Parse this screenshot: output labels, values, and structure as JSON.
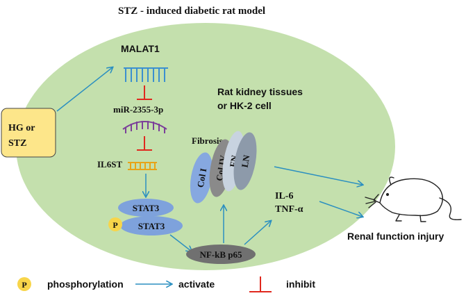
{
  "title": "STZ - induced diabetic rat model",
  "stimulus": {
    "line1": "HG or",
    "line2": "STZ"
  },
  "context": {
    "line1": "Rat kidney tissues",
    "line2": "or HK-2 cell"
  },
  "nodes": {
    "malat1": "MALAT1",
    "mirna": "miR-2355-3p",
    "il6st": "IL6ST",
    "stat3_upper": "STAT3",
    "stat3_lower": "STAT3",
    "phospho_marker": "P",
    "nfkb": "NF-kB p65",
    "fibrosis": "Fibrosis",
    "col1": "Col I",
    "col4": "Col IV",
    "fn": "FN",
    "ln": "LN",
    "il6": "IL-6",
    "tnfa": "TNF-α",
    "outcome": "Renal function injury"
  },
  "legend": {
    "phospho_symbol": "P",
    "phospho_label": "phosphorylation",
    "activate_label": "activate",
    "inhibit_label": "inhibit"
  },
  "colors": {
    "cell": "#c4e0ad",
    "stimulus_box": "#fde68a",
    "arrow": "#2b8fc0",
    "inhibit": "#e0281e",
    "malat1_strand": "#3a8fd0",
    "mirna_strand": "#7b3f99",
    "il6st_strand": "#e8a317",
    "stat3": "#7ea2dc",
    "phospho": "#f8d54a",
    "nfkb": "#707070",
    "col1": "#86a8e0",
    "col4": "#8a8a8a",
    "fn": "#c8d3e0",
    "ln": "#8d9aaa"
  }
}
